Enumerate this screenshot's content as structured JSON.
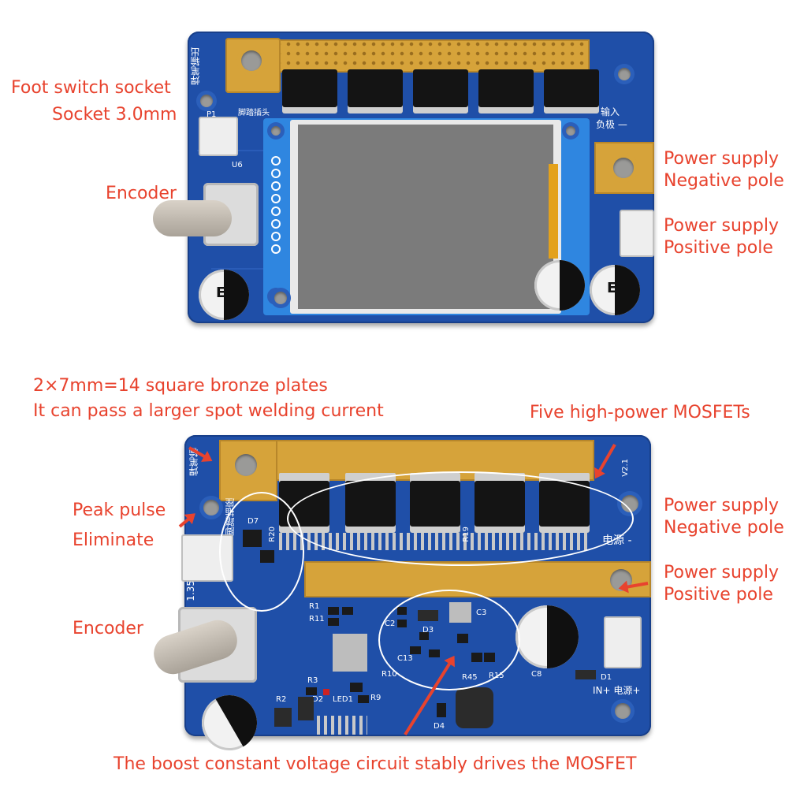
{
  "top_labels": {
    "foot_switch_line1": "Foot switch socket",
    "foot_switch_line2": "Socket 3.0mm",
    "encoder": "Encoder",
    "neg_line1": "Power supply",
    "neg_line2": "Negative pole",
    "pos_line1": "Power supply",
    "pos_line2": "Positive pole"
  },
  "bottom_labels": {
    "plates_line1": "2×7mm=14 square bronze plates",
    "plates_line2": "It can pass a larger spot welding current",
    "mosfets": "Five high-power MOSFETs",
    "peak_line1": "Peak pulse",
    "peak_line2": "Eliminate",
    "encoder": "Encoder",
    "neg_line1": "Power supply",
    "neg_line2": "Negative pole",
    "pos_line1": "Power supply",
    "pos_line2": "Positive pole",
    "boost": "The boost constant voltage circuit stably drives the MOSFET"
  },
  "top_silkscreen": {
    "weld_out": "焊笔输出",
    "foot_socket": "脚踏插头",
    "p1": "P1",
    "u6": "U6",
    "input_neg_1": "输入",
    "input_neg_2": "负极 —",
    "cap_mark": "E"
  },
  "bottom_silkscreen": {
    "weld": "焊笔输",
    "foot": "脚踏插座",
    "version": "V2.1",
    "power_neg": "电源 -",
    "power_pos": "IN+ 电源+",
    "d7": "D7",
    "r20": "R20",
    "r19": "R19",
    "r1": "R1",
    "r11": "R11",
    "r2": "R2",
    "r3": "R3",
    "d2": "D2",
    "led1": "LED1",
    "r9": "R9",
    "c2": "C2",
    "d3": "D3",
    "c3": "C3",
    "c8": "C8",
    "d1": "D1",
    "d4": "D4",
    "r15": "R15",
    "r45": "R45",
    "r10": "R10",
    "c13": "C13",
    "version2": "1.35"
  },
  "colors": {
    "annotation": "#e8432e",
    "pcb": "#1f4fa8",
    "bronze": "#d6a33a",
    "lcd_frame": "#2f86e0"
  }
}
